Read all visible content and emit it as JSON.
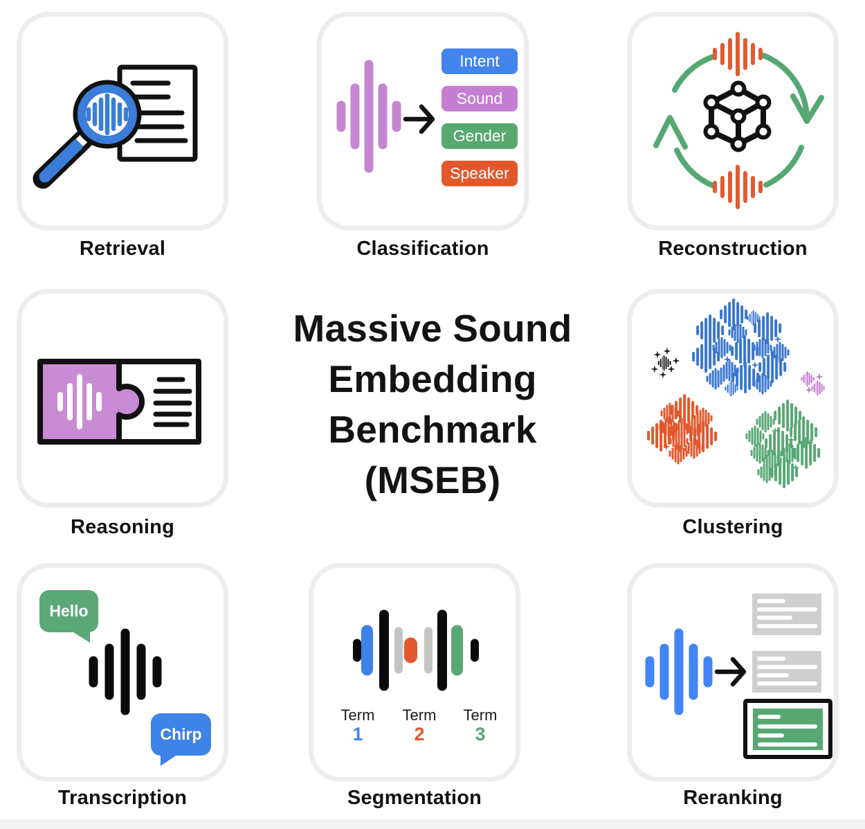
{
  "title": {
    "lines": [
      "Massive Sound",
      "Embedding",
      "Benchmark",
      "(MSEB)"
    ]
  },
  "cards": {
    "retrieval": {
      "label": "Retrieval"
    },
    "classification": {
      "label": "Classification",
      "chips": [
        {
          "label": "Intent",
          "color": "#4284ec"
        },
        {
          "label": "Sound",
          "color": "#c57fd2"
        },
        {
          "label": "Gender",
          "color": "#58a86f"
        },
        {
          "label": "Speaker",
          "color": "#e2582d"
        }
      ]
    },
    "reconstruction": {
      "label": "Reconstruction"
    },
    "reasoning": {
      "label": "Reasoning"
    },
    "clustering": {
      "label": "Clustering",
      "glyph_sizes": {
        "L": 40,
        "M": 27,
        "S": 19,
        "D": 11
      },
      "clusters": [
        {
          "name": "black-cluster",
          "color": "#1f1f1f",
          "glyphs": [
            [
              44,
              95,
              "D"
            ],
            [
              58,
              90,
              "D"
            ],
            [
              71,
              104,
              "D"
            ],
            [
              54,
              107,
              "S"
            ],
            [
              40,
              116,
              "D"
            ],
            [
              64,
              116,
              "D"
            ],
            [
              52,
              124,
              "D"
            ]
          ]
        },
        {
          "name": "blue-cluster",
          "color": "#3a76d0",
          "glyphs": [
            [
              154,
              37,
              "L"
            ],
            [
              183,
              42,
              "S"
            ],
            [
              120,
              60,
              "L"
            ],
            [
              160,
              63,
              "M"
            ],
            [
              203,
              57,
              "L"
            ],
            [
              218,
              73,
              "D"
            ],
            [
              137,
              85,
              "M"
            ],
            [
              170,
              90,
              "L"
            ],
            [
              196,
              85,
              "M"
            ],
            [
              221,
              92,
              "M"
            ],
            [
              114,
              98,
              "L"
            ],
            [
              145,
              102,
              "D"
            ],
            [
              185,
              110,
              "D"
            ],
            [
              148,
              118,
              "M"
            ],
            [
              210,
              113,
              "L"
            ],
            [
              128,
              130,
              "M"
            ],
            [
              171,
              128,
              "L"
            ],
            [
              196,
              137,
              "M"
            ],
            [
              151,
              144,
              "S"
            ]
          ]
        },
        {
          "name": "purple-cluster",
          "color": "#c279ce",
          "glyphs": [
            [
              261,
              130,
              "S"
            ],
            [
              278,
              127,
              "D"
            ],
            [
              263,
              146,
              "D"
            ],
            [
              276,
              143,
              "S"
            ]
          ]
        },
        {
          "name": "orange-cluster",
          "color": "#e2582d",
          "glyphs": [
            [
              62,
              180,
              "M"
            ],
            [
              83,
              175,
              "L"
            ],
            [
              110,
              187,
              "M"
            ],
            [
              60,
              200,
              "M"
            ],
            [
              79,
              202,
              "M"
            ],
            [
              98,
              200,
              "M"
            ],
            [
              49,
              212,
              "L"
            ],
            [
              75,
              220,
              "M"
            ],
            [
              110,
              213,
              "L"
            ],
            [
              57,
              228,
              "D"
            ],
            [
              97,
              230,
              "M"
            ],
            [
              74,
              238,
              "M"
            ]
          ]
        },
        {
          "name": "green-cluster",
          "color": "#58a873",
          "glyphs": [
            [
              200,
              192,
              "M"
            ],
            [
              232,
              183,
              "L"
            ],
            [
              214,
              205,
              "D"
            ],
            [
              255,
              207,
              "L"
            ],
            [
              185,
              213,
              "M"
            ],
            [
              219,
              223,
              "L"
            ],
            [
              237,
              218,
              "D"
            ],
            [
              265,
              222,
              "D"
            ],
            [
              192,
              237,
              "M"
            ],
            [
              235,
              238,
              "M"
            ],
            [
              259,
              237,
              "L"
            ],
            [
              210,
              248,
              "M"
            ],
            [
              244,
              258,
              "D"
            ],
            [
              202,
              265,
              "M"
            ],
            [
              227,
              265,
              "L"
            ]
          ]
        }
      ]
    },
    "transcription": {
      "label": "Transcription",
      "bubbles": [
        {
          "text": "Hello",
          "color": "#5ba877"
        },
        {
          "text": "Chirp",
          "color": "#3f82e8"
        }
      ]
    },
    "segmentation": {
      "label": "Segmentation",
      "terms": [
        {
          "word": "Term",
          "num": "1",
          "color": "#3f82e8"
        },
        {
          "word": "Term",
          "num": "2",
          "color": "#e2582d"
        },
        {
          "word": "Term",
          "num": "3",
          "color": "#58a873"
        }
      ]
    },
    "reranking": {
      "label": "Reranking"
    }
  }
}
